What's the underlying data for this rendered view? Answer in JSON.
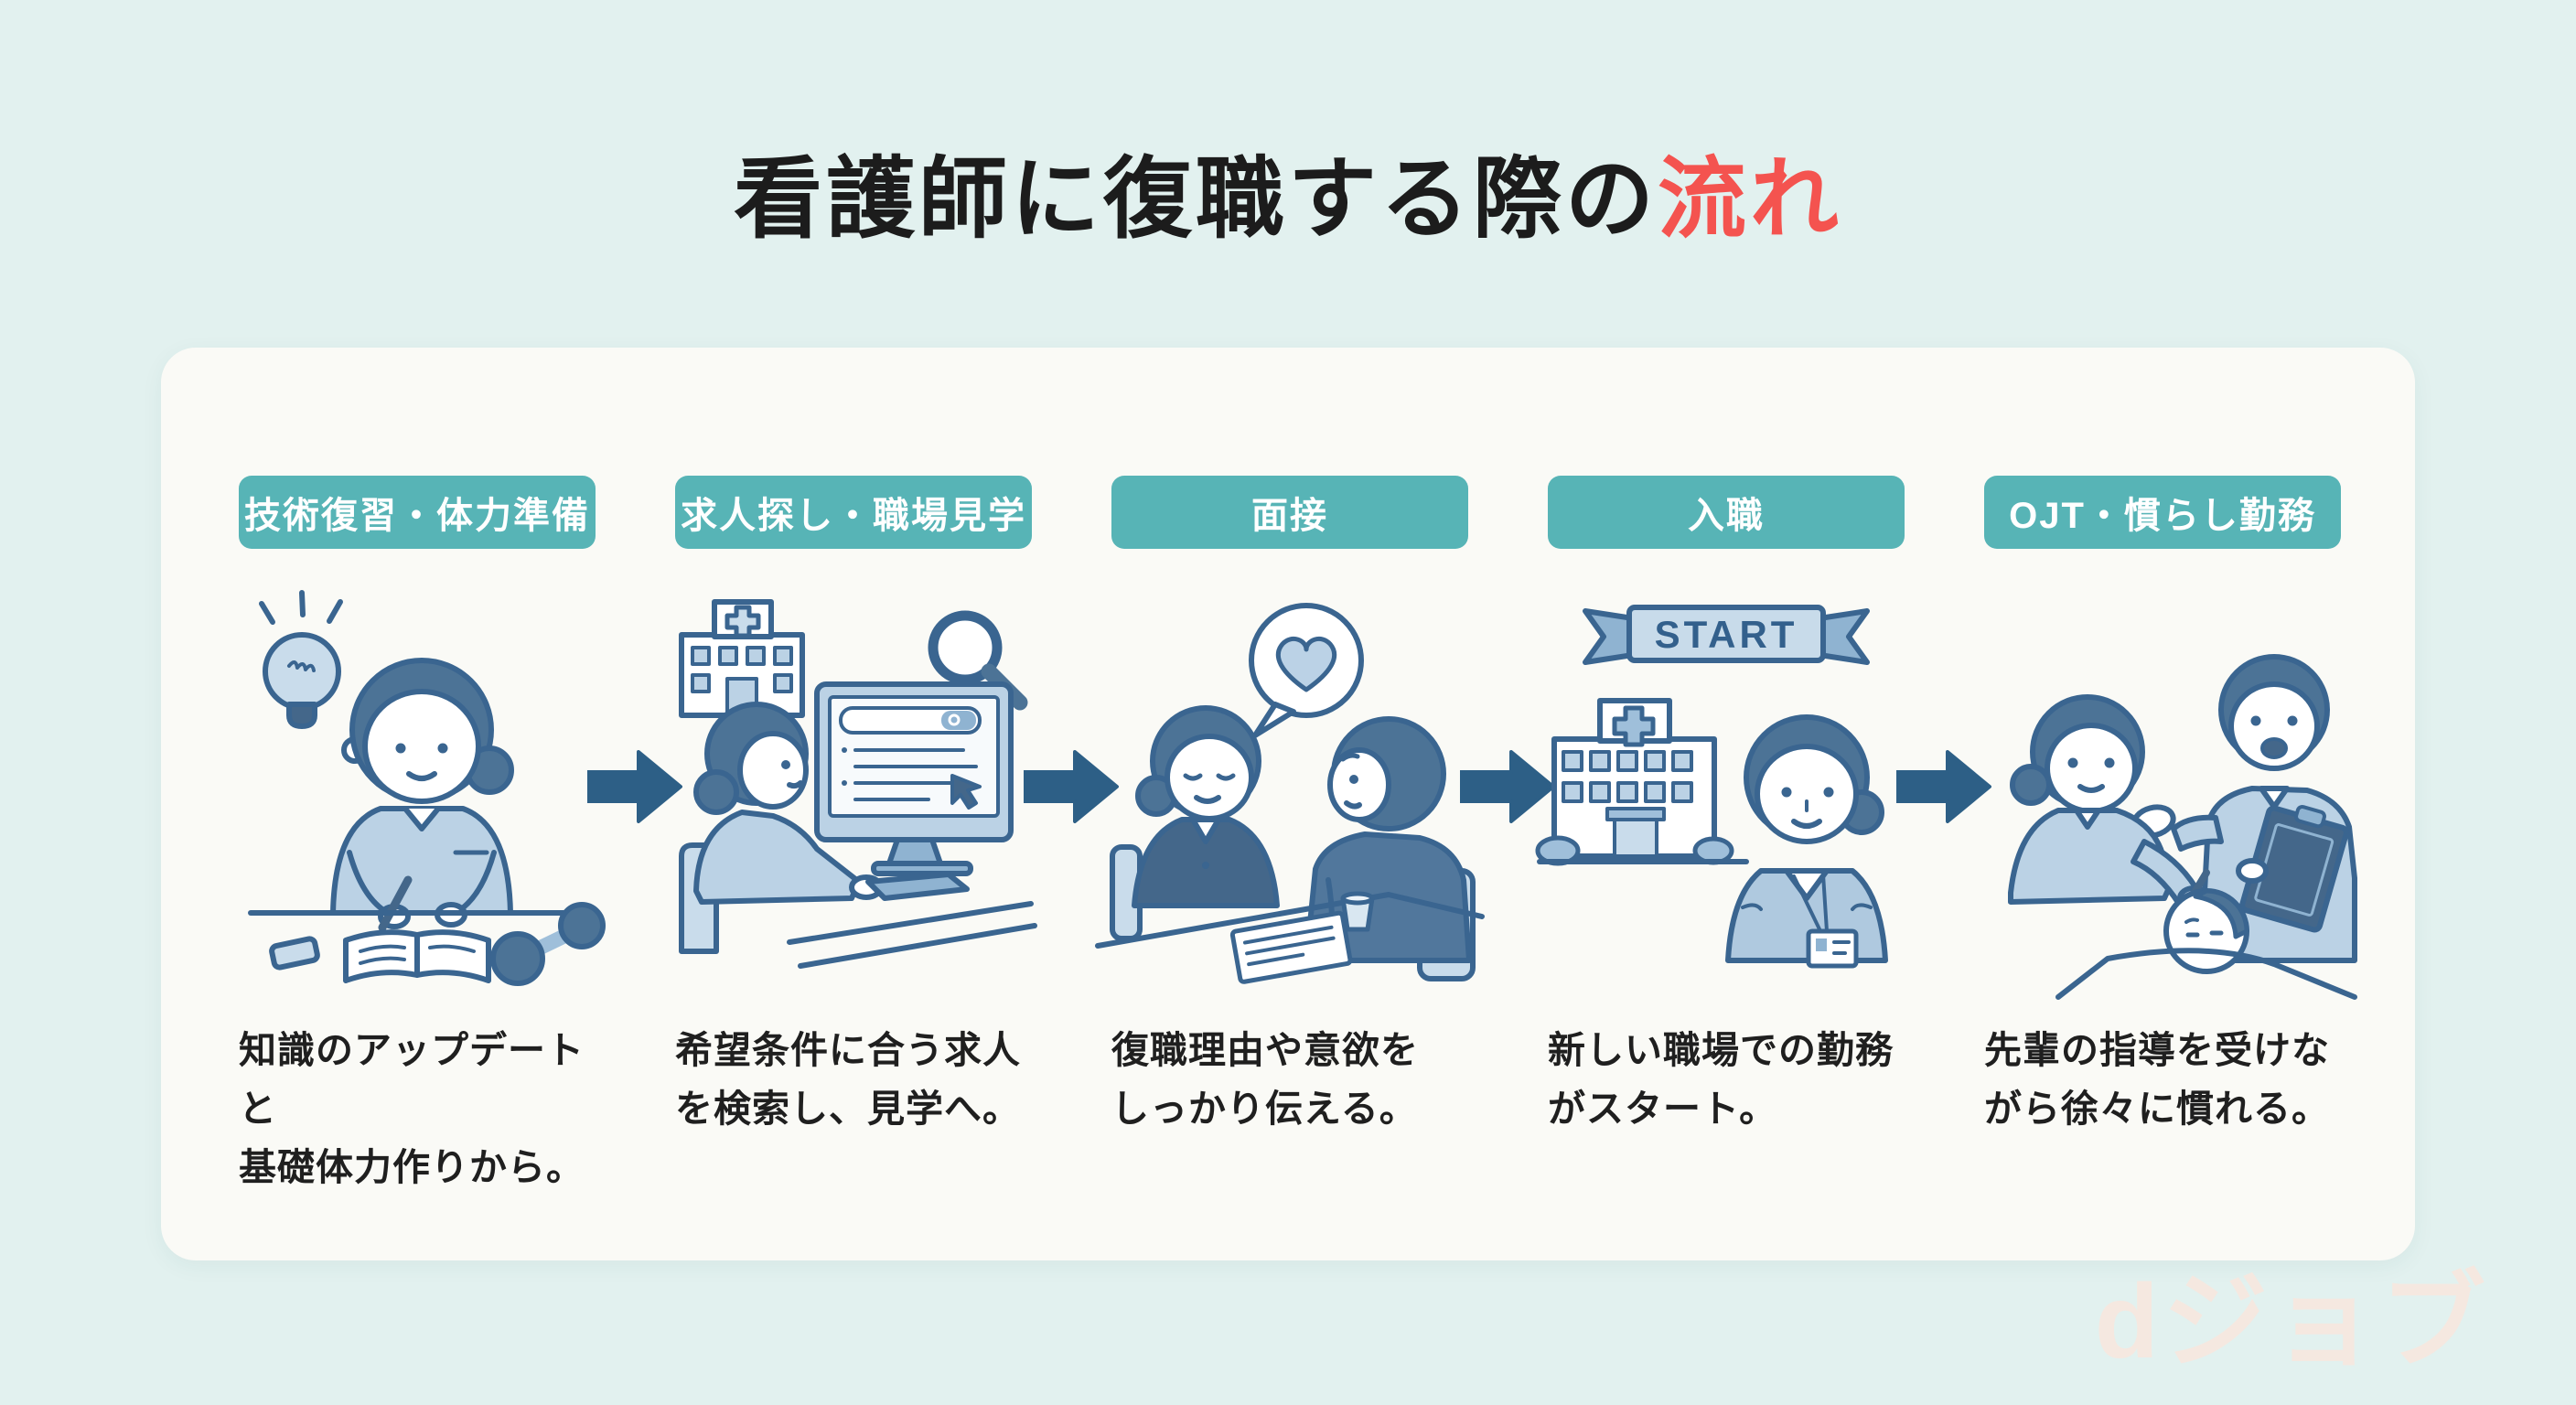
{
  "title": {
    "main": "看護師に復職する際の",
    "highlight": "流れ"
  },
  "steps": [
    {
      "label": "技術復習・体力準備",
      "desc_line1": "知識のアップデートと",
      "desc_line2": "基礎体力作りから。",
      "illustration": "woman-studying-with-lightbulb-book-and-dumbbell"
    },
    {
      "label": "求人探し・職場見学",
      "desc_line1": "希望条件に合う求人",
      "desc_line2": "を検索し、見学へ。",
      "illustration": "woman-searching-jobs-on-computer-with-hospital-and-magnifier"
    },
    {
      "label": "面接",
      "desc_line1": "復職理由や意欲を",
      "desc_line2": "しっかり伝える。",
      "illustration": "interview-two-people-with-heart-speech-bubble"
    },
    {
      "label": "入職",
      "desc_line1": "新しい職場での勤務",
      "desc_line2": "がスタート。",
      "illustration": "hospital-with-start-banner-and-nurse"
    },
    {
      "label": "OJT・慣らし勤務",
      "desc_line1": "先輩の指導を受けな",
      "desc_line2": "がら徐々に慣れる。",
      "illustration": "senior-nurse-guiding-new-nurse-with-patient"
    }
  ],
  "banner": {
    "start_label": "START"
  },
  "watermark": {
    "text": "dジョブ"
  },
  "colors": {
    "background": "#E2F1EF",
    "card": "#FAFAF6",
    "step_pill": "#57B4B6",
    "pill_text": "#FFFFFF",
    "title_text": "#1C1C1C",
    "title_highlight": "#F4534F",
    "description_text": "#1F1F1F",
    "arrow": "#2D5F86",
    "illustration_line": "#3A6590",
    "watermark_text": "#F5E8E0"
  }
}
